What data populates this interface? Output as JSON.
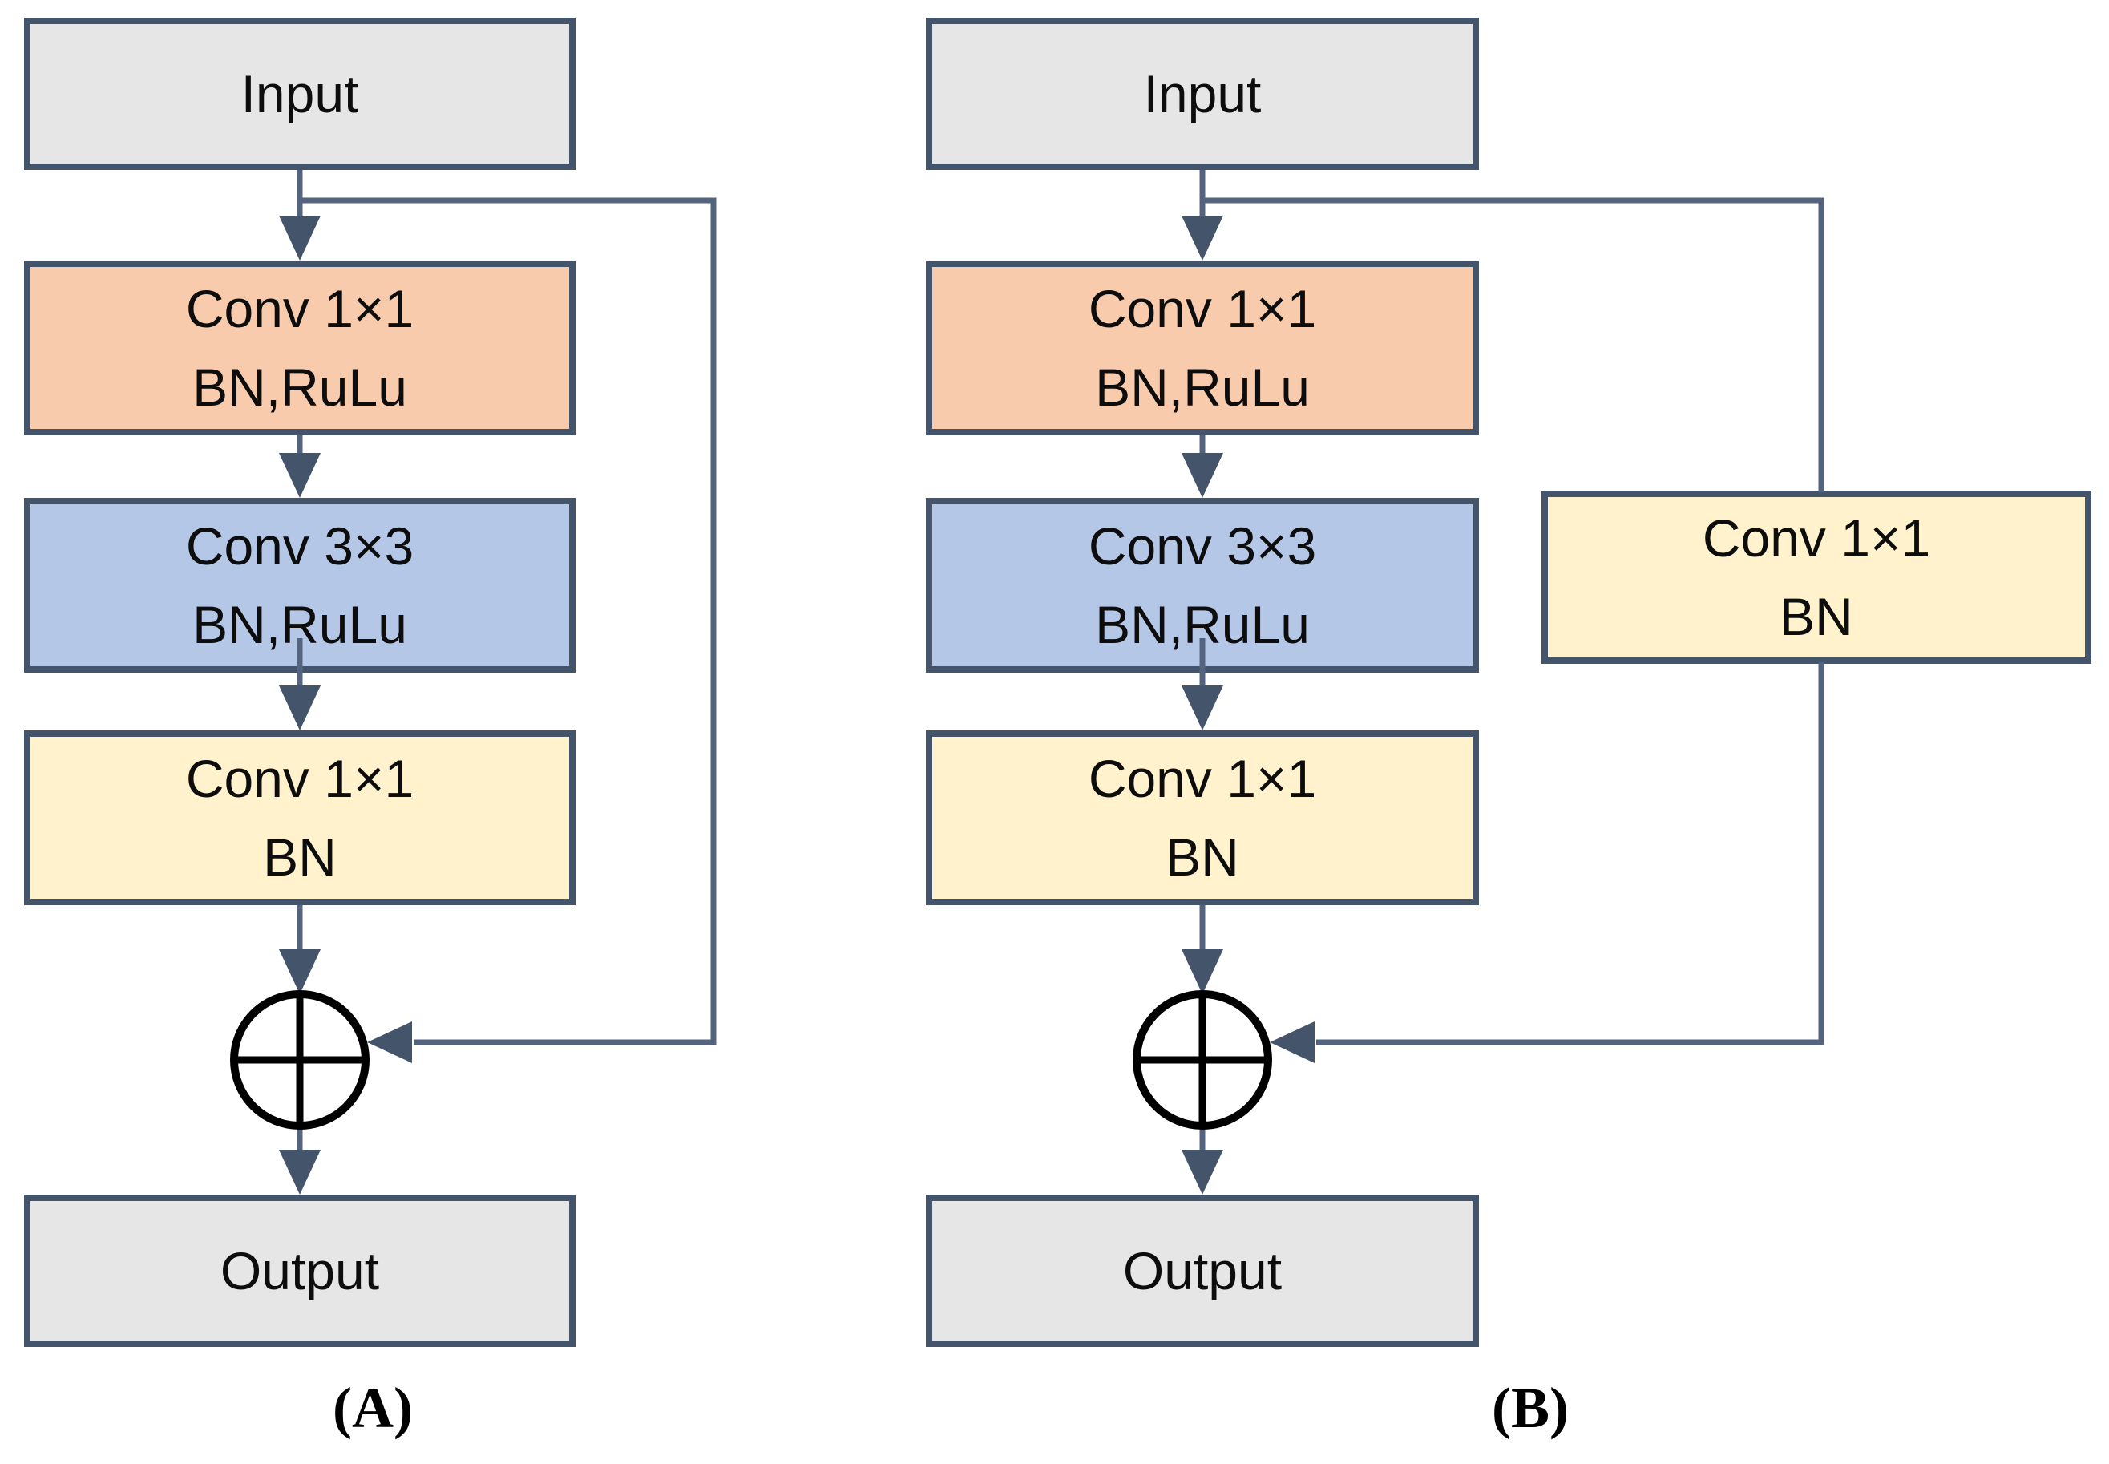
{
  "colors": {
    "background": "#FFFFFF",
    "box_border": "#44546A",
    "box_gray": "#E7E6E6",
    "box_orange": "#F8CBAD",
    "box_blue": "#B4C7E7",
    "box_yellow": "#FFF2CC",
    "wire": "#55647E",
    "arrowhead": "#44546A",
    "add_node_stroke": "#000000",
    "box_text": "#0D0D0D",
    "caption_text": "#000000"
  },
  "panels": [
    {
      "caption": "(A)",
      "input_label": "Input",
      "blocks": [
        {
          "line1": "Conv 1×1",
          "line2": "BN,RuLu"
        },
        {
          "line1": "Conv 3×3",
          "line2": "BN,RuLu"
        },
        {
          "line1": "Conv 1×1",
          "line2": "BN"
        }
      ],
      "add_operator": "⊕",
      "output_label": "Output"
    },
    {
      "caption": "(B)",
      "input_label": "Input",
      "blocks": [
        {
          "line1": "Conv 1×1",
          "line2": "BN,RuLu"
        },
        {
          "line1": "Conv 3×3",
          "line2": "BN,RuLu"
        },
        {
          "line1": "Conv 1×1",
          "line2": "BN"
        }
      ],
      "shortcut_block": {
        "line1": "Conv 1×1",
        "line2": "BN"
      },
      "add_operator": "⊕",
      "output_label": "Output"
    }
  ]
}
